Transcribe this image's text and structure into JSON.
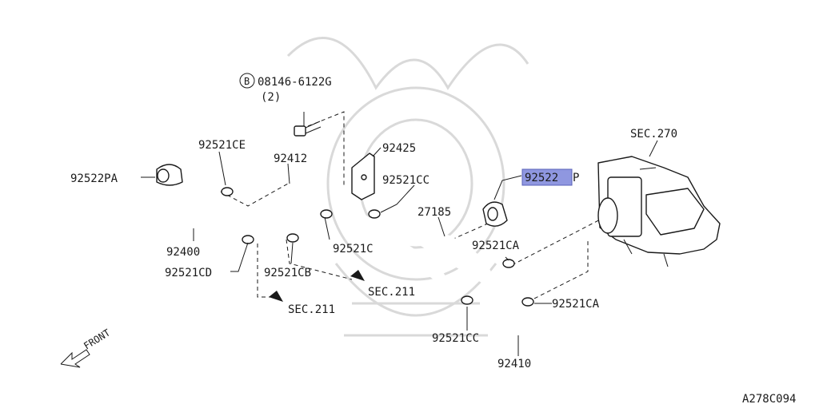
{
  "labels": {
    "bolt_part": "08146-6122G",
    "bolt_circle": "B",
    "bolt_qty": "(2)",
    "p92425": "92425",
    "p92412": "92412",
    "p92521CE": "92521CE",
    "p92522PA": "92522PA",
    "p92400": "92400",
    "p92521CD": "92521CD",
    "p92521CB": "92521CB",
    "p92521C": "92521C",
    "p92521CC_top": "92521CC",
    "p27185": "27185",
    "p92522P_hl": "92522",
    "p92522P_suffix": "P",
    "p92521CA_1": "92521CA",
    "p92521CA_2": "92521CA",
    "p92521CC_bottom": "92521CC",
    "p92410": "92410",
    "sec270": "SEC.270",
    "sec211_a": "SEC.211",
    "sec211_b": "SEC.211",
    "front": "FRONT",
    "diagram_code": "A278C094"
  },
  "highlight_color": "#8f97e0"
}
